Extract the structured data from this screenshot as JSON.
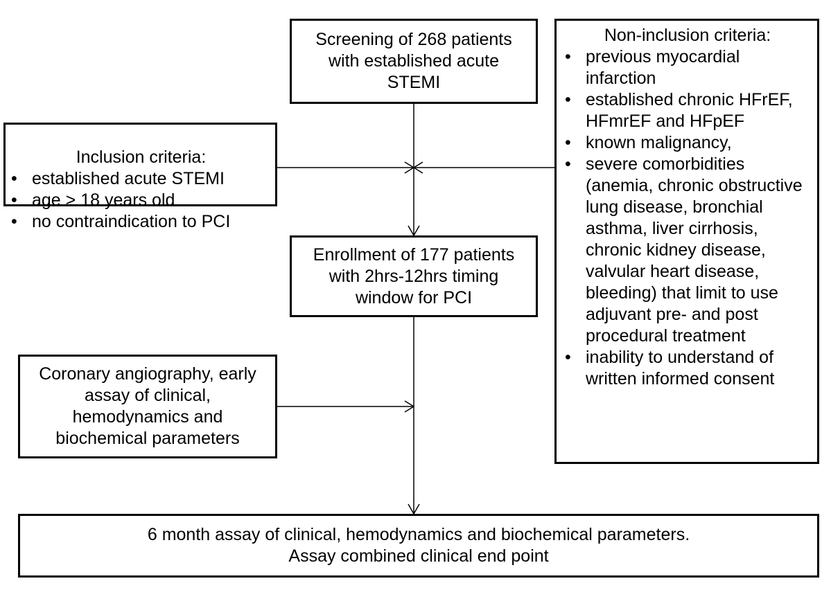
{
  "screening": {
    "lines": [
      "Screening of 268 patients",
      "with established acute",
      "STEMI"
    ]
  },
  "enrollment": {
    "lines": [
      "Enrollment of 177 patients",
      "with 2hrs-12hrs timing",
      "window for PCI"
    ]
  },
  "inclusion": {
    "title": "Inclusion criteria:",
    "items": [
      "established acute STEMI",
      "age > 18 years old",
      "no contraindication to PCI"
    ]
  },
  "non_inclusion": {
    "title": "Non-inclusion criteria:",
    "items": [
      "previous myocardial infarction",
      "established chronic HFrEF, HFmrEF and HFpEF",
      "known malignancy,",
      "severe comorbidities (anemia, chronic obstructive lung disease, bronchial asthma, liver cirrhosis, chronic kidney disease, valvular heart disease, bleeding) that limit to use adjuvant pre- and post procedural treatment",
      "inability to understand of written informed consent"
    ]
  },
  "coronary": {
    "lines": [
      "Coronary angiography, early",
      "assay of clinical,",
      "hemodynamics and",
      "biochemical parameters"
    ]
  },
  "outcome": {
    "lines": [
      "6 month assay of clinical, hemodynamics and biochemical parameters.",
      "Assay combined clinical end point"
    ]
  }
}
